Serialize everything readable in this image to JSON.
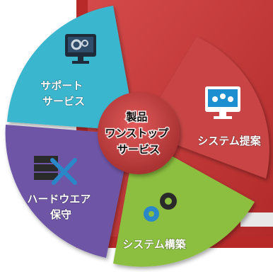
{
  "center": {
    "lines": [
      "製品",
      "ワンストップ",
      "サービス"
    ]
  },
  "segments": [
    {
      "id": "support",
      "lines": [
        "サポート",
        "サービス"
      ],
      "color": "#3bb6cf",
      "icon": "monitor-gear-icon"
    },
    {
      "id": "proposal",
      "lines": [
        "システム提案"
      ],
      "color": "#c94545",
      "icon": "monitor-network-icon"
    },
    {
      "id": "build",
      "lines": [
        "システム構築"
      ],
      "color": "#8cbf3f",
      "icon": "gears-icon"
    },
    {
      "id": "hardware",
      "lines": [
        "ハードウエア",
        "保守"
      ],
      "color": "#6e55a6",
      "icon": "server-tools-icon"
    }
  ],
  "colors": {
    "frame": "#b82a2a",
    "frame_inner": "#c83a3a",
    "hub": "#c94040"
  }
}
